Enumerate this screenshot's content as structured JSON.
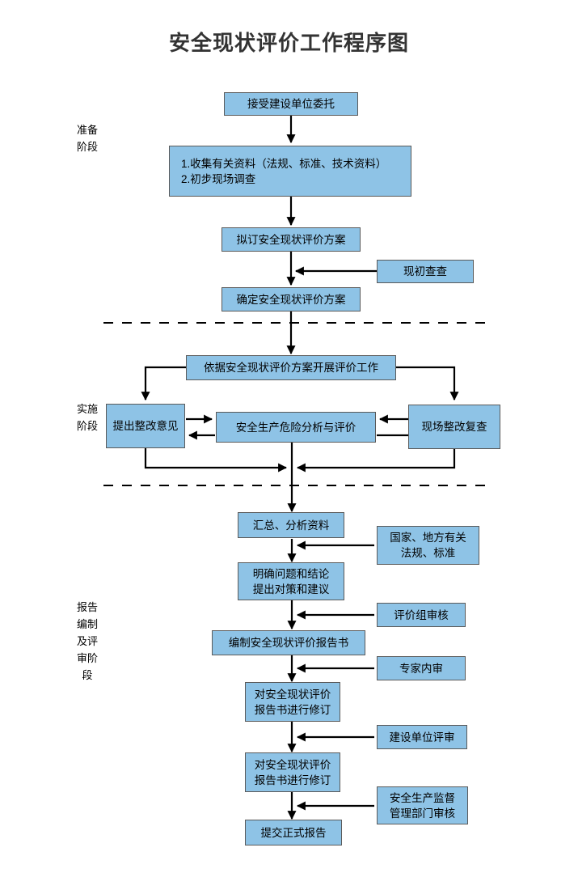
{
  "title": "安全现状评价工作程序图",
  "colors": {
    "node_fill": "#8ec3e6",
    "node_border": "#5a5a5a",
    "connector": "#000000",
    "title_text": "#333333",
    "background": "#ffffff"
  },
  "stages": [
    {
      "id": "stage-preparation",
      "label": "准备阶段"
    },
    {
      "id": "stage-implementation",
      "label": "实施阶段"
    },
    {
      "id": "stage-report",
      "label": "报告编制及评审阶段"
    }
  ],
  "nodes": {
    "accept_commission": "接受建设单位委托",
    "collect_data": "1.收集有关资料（法规、标准、技术资料）\n2.初步现场调查",
    "draft_plan": "拟订安全现状评价方案",
    "preliminary_survey": "现初查查",
    "confirm_plan": "确定安全现状评价方案",
    "carry_out_work": "依据安全现状评价方案开展评价工作",
    "rectification_opinion": "提出整改意见",
    "hazard_analysis": "安全生产危险分析与评价",
    "onsite_recheck": "现场整改复查",
    "summarize_data": "汇总、分析资料",
    "national_local_regs": "国家、地方有关\n法规、标准",
    "clarify_conclusions": "明确问题和结论\n提出对策和建议",
    "review_group": "评价组审核",
    "compile_report": "编制安全现状评价报告书",
    "expert_review": "专家内审",
    "revise_report_1": "对安全现状评价\n报告书进行修订",
    "owner_review": "建设单位评审",
    "revise_report_2": "对安全现状评价\n报告书进行修订",
    "supervision_review": "安全生产监督\n管理部门审核",
    "submit_report": "提交正式报告"
  },
  "chart_data": {
    "type": "diagram",
    "title": "安全现状评价工作程序图",
    "subtype": "flowchart",
    "swimlanes": [
      "准备阶段",
      "实施阶段",
      "报告编制及评审阶段"
    ],
    "divider_count": 2,
    "steps": [
      {
        "lane": "准备阶段",
        "label": "接受建设单位委托"
      },
      {
        "lane": "准备阶段",
        "label": "1.收集有关资料（法规、标准、技术资料）  2.初步现场调查"
      },
      {
        "lane": "准备阶段",
        "label": "拟订安全现状评价方案"
      },
      {
        "lane": "准备阶段",
        "label": "现初查查",
        "side": "right"
      },
      {
        "lane": "准备阶段",
        "label": "确定安全现状评价方案"
      },
      {
        "lane": "实施阶段",
        "label": "依据安全现状评价方案开展评价工作"
      },
      {
        "lane": "实施阶段",
        "label": "提出整改意见"
      },
      {
        "lane": "实施阶段",
        "label": "安全生产危险分析与评价"
      },
      {
        "lane": "实施阶段",
        "label": "现场整改复查"
      },
      {
        "lane": "报告编制及评审阶段",
        "label": "汇总、分析资料"
      },
      {
        "lane": "报告编制及评审阶段",
        "label": "国家、地方有关法规、标准",
        "side": "right"
      },
      {
        "lane": "报告编制及评审阶段",
        "label": "明确问题和结论 提出对策和建议"
      },
      {
        "lane": "报告编制及评审阶段",
        "label": "评价组审核",
        "side": "right"
      },
      {
        "lane": "报告编制及评审阶段",
        "label": "编制安全现状评价报告书"
      },
      {
        "lane": "报告编制及评审阶段",
        "label": "专家内审",
        "side": "right"
      },
      {
        "lane": "报告编制及评审阶段",
        "label": "对安全现状评价报告书进行修订"
      },
      {
        "lane": "报告编制及评审阶段",
        "label": "建设单位评审",
        "side": "right"
      },
      {
        "lane": "报告编制及评审阶段",
        "label": "对安全现状评价报告书进行修订"
      },
      {
        "lane": "报告编制及评审阶段",
        "label": "安全生产监督管理部门审核",
        "side": "right"
      },
      {
        "lane": "报告编制及评审阶段",
        "label": "提交正式报告"
      }
    ]
  }
}
